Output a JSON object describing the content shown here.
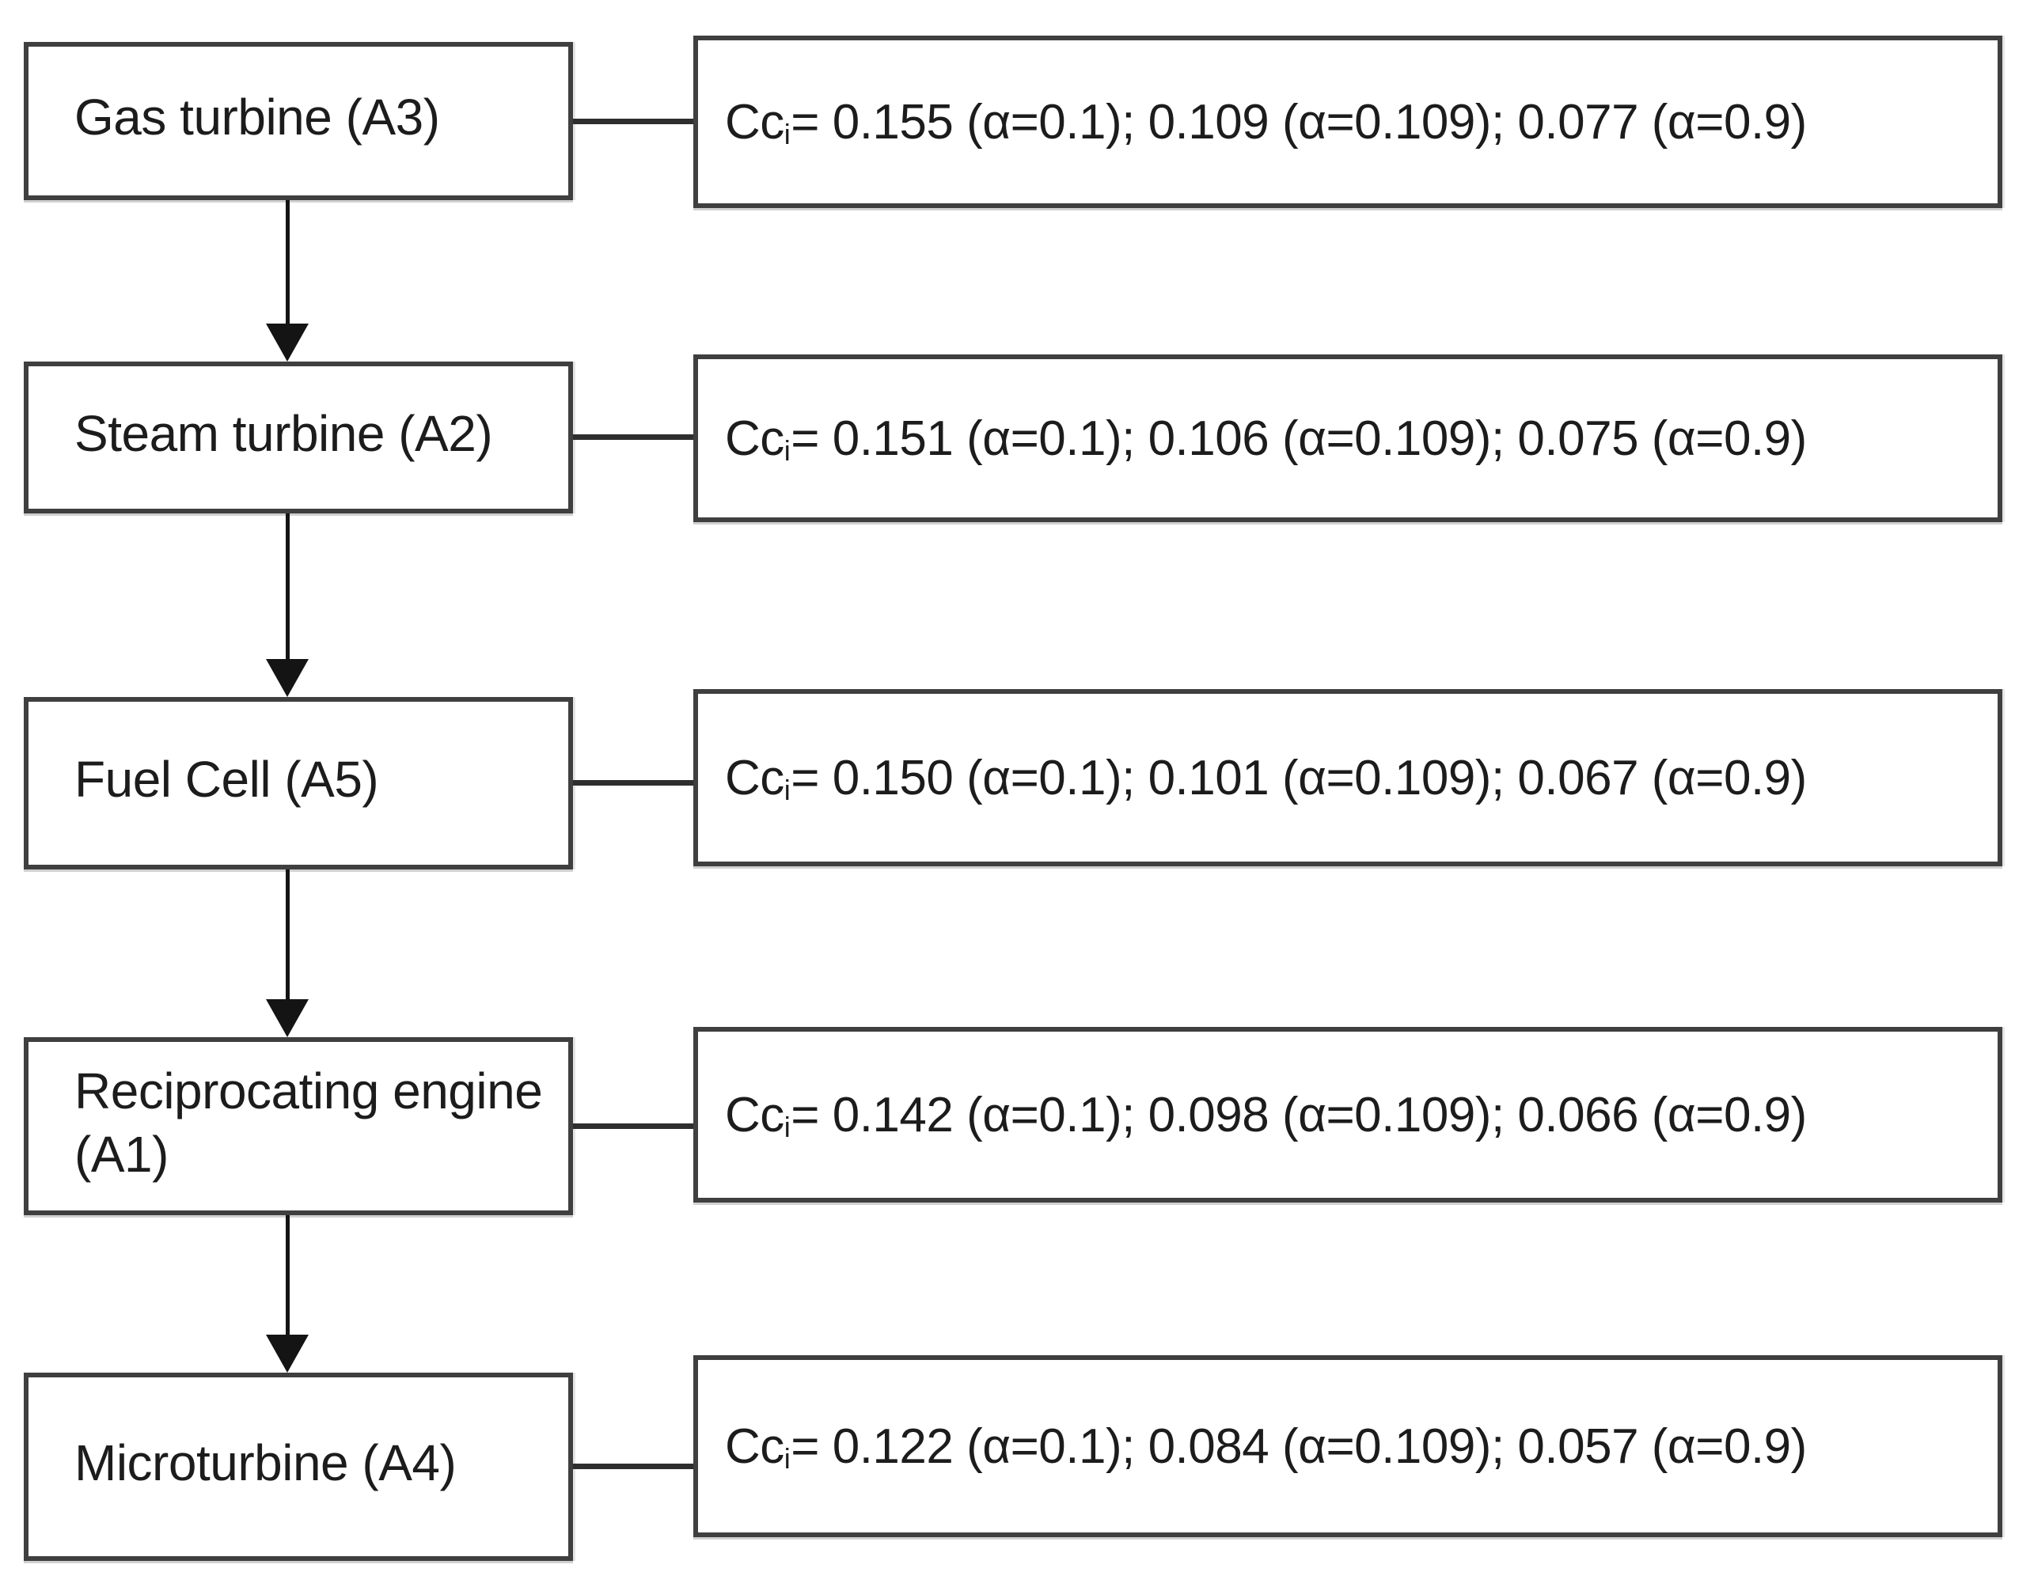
{
  "diagram": {
    "title_hidden": "",
    "rows": [
      {
        "label": "Gas turbine (A3)",
        "cc_prefix": "Cc",
        "cc_sub": "i",
        "values": "= 0.155 (α=0.1); 0.109 (α=0.109); 0.077 (α=0.9)"
      },
      {
        "label": "Steam turbine (A2)",
        "cc_prefix": "Cc",
        "cc_sub": "i",
        "values": "= 0.151 (α=0.1); 0.106 (α=0.109); 0.075 (α=0.9)"
      },
      {
        "label": "Fuel Cell (A5)",
        "cc_prefix": "Cc",
        "cc_sub": "i",
        "values": "= 0.150 (α=0.1); 0.101 (α=0.109); 0.067 (α=0.9)"
      },
      {
        "label": "Reciprocating engine (A1)",
        "cc_prefix": "Cc",
        "cc_sub": "i",
        "values": "= 0.142 (α=0.1); 0.098 (α=0.109); 0.066 (α=0.9)"
      },
      {
        "label": "Microturbine (A4)",
        "cc_prefix": "Cc",
        "cc_sub": "i",
        "values": "= 0.122 (α=0.1); 0.084 (α=0.109); 0.057 (α=0.9)"
      }
    ],
    "colors": {
      "bg": "#ffffff",
      "text": "#1c1c1c",
      "border": "#3f3f3f",
      "line": "#2e2e2e",
      "arrow": "#141414"
    }
  }
}
